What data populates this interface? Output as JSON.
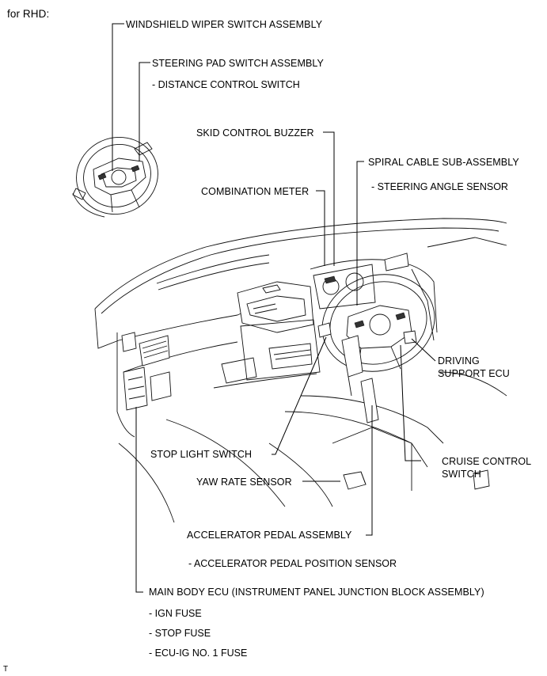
{
  "header": {
    "title": "for RHD:"
  },
  "labels": {
    "wiper": "WINDSHIELD WIPER SWITCH ASSEMBLY",
    "steering_pad": "STEERING PAD SWITCH ASSEMBLY",
    "steering_pad_sub": "- DISTANCE CONTROL SWITCH",
    "skid_buzzer": "SKID CONTROL BUZZER",
    "spiral_cable": "SPIRAL CABLE SUB-ASSEMBLY",
    "spiral_cable_sub": "- STEERING ANGLE SENSOR",
    "combination_meter": "COMBINATION METER",
    "driving_support_1": "DRIVING",
    "driving_support_2": "SUPPORT ECU",
    "stop_light": "STOP LIGHT SWITCH",
    "cruise_1": "CRUISE CONTROL",
    "cruise_2": "SWITCH",
    "yaw_rate": "YAW RATE SENSOR",
    "accel_pedal": "ACCELERATOR PEDAL ASSEMBLY",
    "accel_pedal_sub": "- ACCELERATOR PEDAL POSITION SENSOR",
    "main_body": "MAIN BODY ECU (INSTRUMENT PANEL JUNCTION BLOCK ASSEMBLY)",
    "main_body_sub1": "- IGN FUSE",
    "main_body_sub2": "- STOP FUSE",
    "main_body_sub3": "- ECU-IG NO. 1 FUSE"
  },
  "footer": {
    "mark": "T"
  }
}
